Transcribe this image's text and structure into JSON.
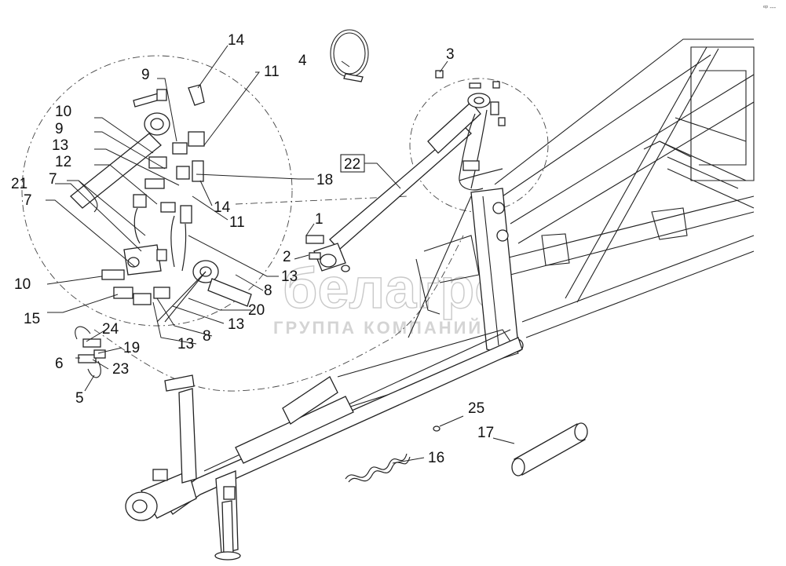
{
  "corner_mark": "ᵉᵖ ---",
  "watermark": {
    "brand": "белагро",
    "tagline": "ГРУППА КОМПАНИЙ"
  },
  "callouts": [
    {
      "id": "c1",
      "text": "1"
    },
    {
      "id": "c2",
      "text": "2"
    },
    {
      "id": "c3",
      "text": "3"
    },
    {
      "id": "c4",
      "text": "4"
    },
    {
      "id": "c5",
      "text": "5"
    },
    {
      "id": "c6",
      "text": "6"
    },
    {
      "id": "c7a",
      "text": "7"
    },
    {
      "id": "c7b",
      "text": "7"
    },
    {
      "id": "c8a",
      "text": "8"
    },
    {
      "id": "c8b",
      "text": "8"
    },
    {
      "id": "c9a",
      "text": "9"
    },
    {
      "id": "c9b",
      "text": "9"
    },
    {
      "id": "c10a",
      "text": "10"
    },
    {
      "id": "c10b",
      "text": "10"
    },
    {
      "id": "c11a",
      "text": "11"
    },
    {
      "id": "c11b",
      "text": "11"
    },
    {
      "id": "c12",
      "text": "12"
    },
    {
      "id": "c13a",
      "text": "13"
    },
    {
      "id": "c13b",
      "text": "13"
    },
    {
      "id": "c13c",
      "text": "13"
    },
    {
      "id": "c13d",
      "text": "13"
    },
    {
      "id": "c14a",
      "text": "14"
    },
    {
      "id": "c14b",
      "text": "14"
    },
    {
      "id": "c15",
      "text": "15"
    },
    {
      "id": "c16",
      "text": "16"
    },
    {
      "id": "c17",
      "text": "17"
    },
    {
      "id": "c18",
      "text": "18"
    },
    {
      "id": "c19",
      "text": "19"
    },
    {
      "id": "c20",
      "text": "20"
    },
    {
      "id": "c21",
      "text": "21"
    },
    {
      "id": "c22",
      "text": "22"
    },
    {
      "id": "c23",
      "text": "23"
    },
    {
      "id": "c24",
      "text": "24"
    },
    {
      "id": "c25",
      "text": "25"
    }
  ]
}
